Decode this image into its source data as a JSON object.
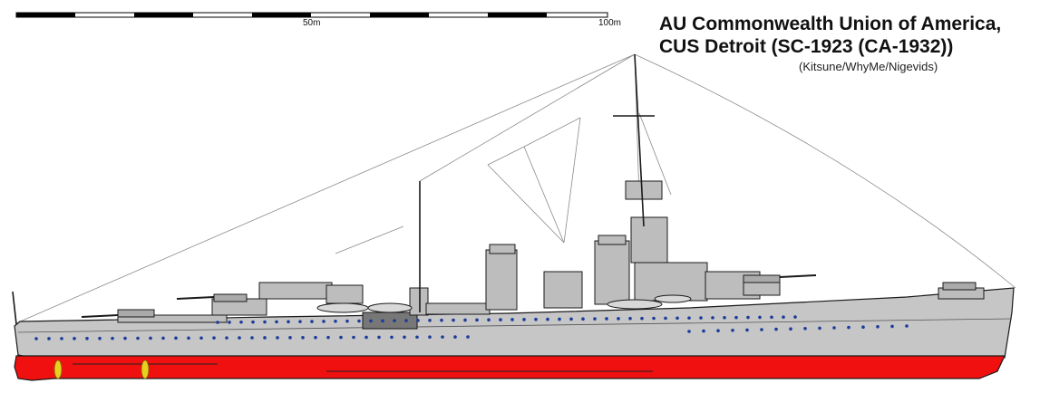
{
  "title_line1": "AU Commonwealth Union of America,",
  "title_line2": "CUS Detroit (SC-1923 (CA-1932))",
  "credit": "(Kitsune/WhyMe/Nigevids)",
  "scale": {
    "mid_label": "50m",
    "end_label": "100m",
    "segments": 10
  },
  "colors": {
    "hull": "#c6c6c6",
    "below_waterline": "#f01010",
    "deck": "#bdbdbd",
    "outline": "#1a1a1a",
    "portholes": "#1c3a9a",
    "propellers": "#e8d020",
    "rigging": "#8a8a8a"
  }
}
